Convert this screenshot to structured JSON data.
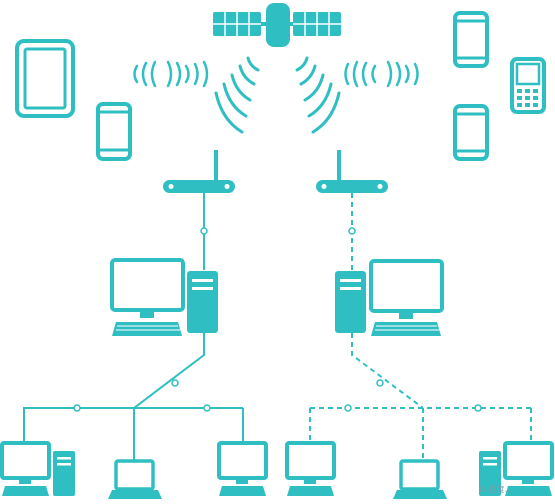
{
  "diagram": {
    "colors": {
      "accent": "#2fbfc3",
      "background": "#ffffff"
    },
    "satellite": {
      "icon": "satellite-icon"
    },
    "mobile_devices": {
      "left": [
        "tablet-icon",
        "smartphone-icon"
      ],
      "right": [
        "smartphone-icon",
        "qwerty-phone-icon",
        "smartphone-icon"
      ]
    },
    "networks": [
      {
        "side": "left",
        "router_icon": "wireless-router-icon",
        "link_style": "solid",
        "host": "desktop-computer-icon",
        "clients": [
          "desktop-computer-icon",
          "laptop-icon",
          "monitor-icon"
        ]
      },
      {
        "side": "right",
        "router_icon": "wireless-router-icon",
        "link_style": "dashed",
        "host": "desktop-computer-icon",
        "clients": [
          "monitor-icon",
          "laptop-icon",
          "desktop-computer-icon"
        ]
      }
    ],
    "watermark": "© 百度..."
  }
}
